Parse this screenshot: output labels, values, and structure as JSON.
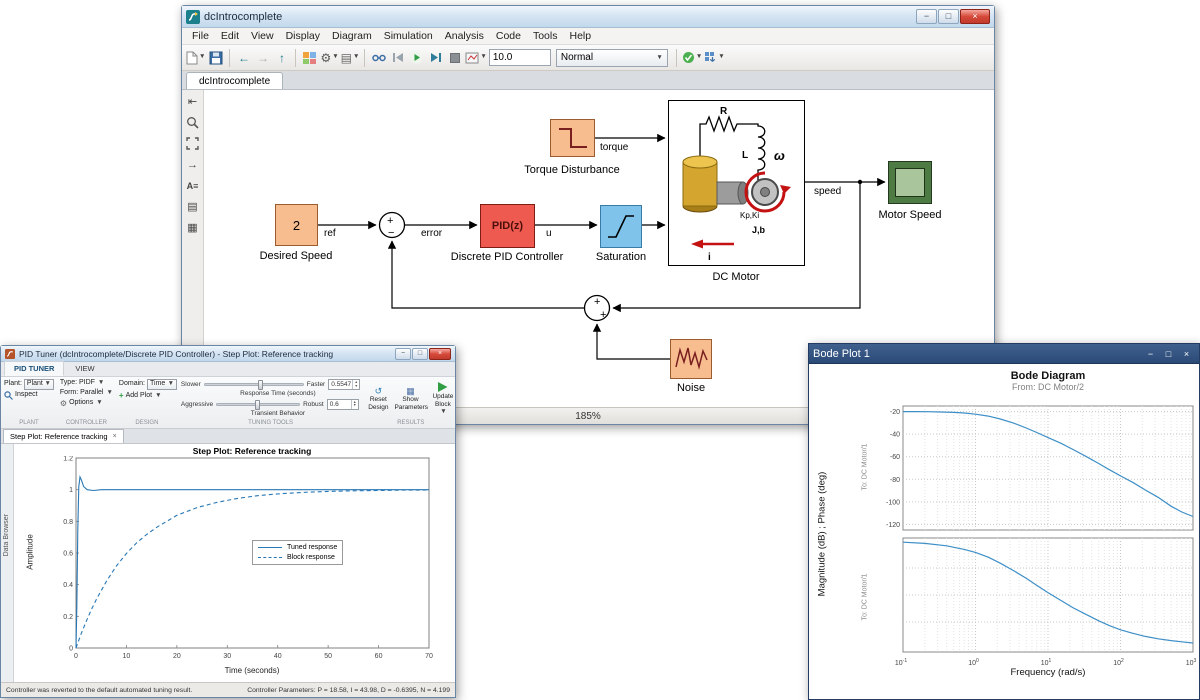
{
  "simulink": {
    "window_title": "dcIntrocomplete",
    "menus": [
      "File",
      "Edit",
      "View",
      "Display",
      "Diagram",
      "Simulation",
      "Analysis",
      "Code",
      "Tools",
      "Help"
    ],
    "toolbar": {
      "sim_stop_time": "10.0",
      "sim_mode": "Normal"
    },
    "model_tab": "dcIntrocomplete",
    "status_zoom": "185%",
    "diagram": {
      "desired_speed": {
        "value": "2",
        "caption": "Desired Speed",
        "signal": "ref"
      },
      "sum1": {
        "sign1": "+",
        "sign2": "−"
      },
      "error_signal": "error",
      "pid": {
        "text": "PID(z)",
        "caption": "Discrete PID Controller",
        "signal": "u"
      },
      "saturation": {
        "caption": "Saturation"
      },
      "dc_motor": {
        "caption": "DC Motor",
        "r": "R",
        "l": "L",
        "omega": "ω",
        "k": "Kp,Ki",
        "jb": "J,b",
        "i": "i"
      },
      "speed_signal": "speed",
      "motor_speed": {
        "caption": "Motor Speed"
      },
      "torque_disturbance": {
        "caption": "Torque Disturbance",
        "signal": "torque"
      },
      "sum2": {
        "sign1": "+",
        "sign2": "+"
      },
      "noise": {
        "caption": "Noise"
      }
    }
  },
  "pid_tuner": {
    "window_title": "PID Tuner (dcIntrocomplete/Discrete PID Controller) - Step Plot: Reference tracking",
    "ribbon_tabs": [
      "PID TUNER",
      "VIEW"
    ],
    "plant_label": "Plant:",
    "plant_value": "Plant",
    "inspect": "Inspect",
    "type_label": "Type: PIDF",
    "form_label": "Form: Parallel",
    "options": "Options",
    "domain_label": "Domain:",
    "domain_value": "Time",
    "add_plot": "Add Plot",
    "slider1": {
      "left": "Slower",
      "right": "Faster",
      "label": "Response Time (seconds)",
      "value": "0.5547"
    },
    "slider2": {
      "left": "Aggressive",
      "right": "Robust",
      "label": "Transient Behavior",
      "value": "0.6"
    },
    "reset_design": "Reset Design",
    "show_parameters": "Show Parameters",
    "update_block": "Update Block",
    "sections": [
      "PLANT",
      "CONTROLLER",
      "DESIGN",
      "TUNING TOOLS",
      "RESULTS"
    ],
    "data_browser": "Data Browser",
    "doc_tab": "Step Plot: Reference tracking",
    "status_left": "Controller was reverted to the default automated tuning result.",
    "status_right": "Controller Parameters: P = 18.58, I = 43.98, D = -0.6395, N = 4.199"
  },
  "bode": {
    "window_title": "Bode Plot 1"
  },
  "chart_data": [
    {
      "type": "line",
      "title": "Step Plot: Reference tracking",
      "xlabel": "Time (seconds)",
      "ylabel": "Amplitude",
      "xlim": [
        0,
        70
      ],
      "ylim": [
        0,
        1.2
      ],
      "xticks": [
        0,
        10,
        20,
        30,
        40,
        50,
        60,
        70
      ],
      "yticks": [
        0,
        0.2,
        0.4,
        0.6,
        0.8,
        1,
        1.2
      ],
      "legend_position": "center-right",
      "grid": false,
      "series": [
        {
          "name": "Tuned response",
          "style": "solid",
          "points": [
            [
              0,
              0
            ],
            [
              0.15,
              0.25
            ],
            [
              0.35,
              0.75
            ],
            [
              0.55,
              1.02
            ],
            [
              0.8,
              1.08
            ],
            [
              1.1,
              1.06
            ],
            [
              1.5,
              1.02
            ],
            [
              2.2,
              1.0
            ],
            [
              3.5,
              0.995
            ],
            [
              5,
              1.0
            ],
            [
              20,
              1.0
            ],
            [
              70,
              1.0
            ]
          ]
        },
        {
          "name": "Block response",
          "style": "dashed",
          "points": [
            [
              0,
              0
            ],
            [
              1,
              0.087
            ],
            [
              2,
              0.166
            ],
            [
              3,
              0.239
            ],
            [
              4,
              0.305
            ],
            [
              6,
              0.42
            ],
            [
              8,
              0.517
            ],
            [
              10,
              0.597
            ],
            [
              12,
              0.663
            ],
            [
              14,
              0.717
            ],
            [
              16,
              0.762
            ],
            [
              20,
              0.838
            ],
            [
              24,
              0.887
            ],
            [
              28,
              0.92
            ],
            [
              32,
              0.945
            ],
            [
              36,
              0.962
            ],
            [
              40,
              0.973
            ],
            [
              45,
              0.983
            ],
            [
              50,
              0.989
            ],
            [
              55,
              0.993
            ],
            [
              60,
              0.995
            ],
            [
              65,
              0.997
            ],
            [
              70,
              0.998
            ]
          ]
        }
      ]
    },
    {
      "type": "line",
      "title": "Bode Diagram",
      "subtitle": "From: DC Motor/2",
      "axes_label": "To: DC Motor/1",
      "ylabel": "Magnitude (dB) ; Phase (deg)",
      "xlabel": "Frequency (rad/s)",
      "xscale": "log",
      "xlim": [
        0.1,
        1000
      ],
      "ylim": [
        -125,
        -15
      ],
      "xticks": [
        0.1,
        1,
        10,
        100,
        1000
      ],
      "yticks": [
        -20,
        -40,
        -60,
        -80,
        -100,
        -120
      ],
      "grid": true,
      "points": [
        [
          0.1,
          -20
        ],
        [
          0.15,
          -20
        ],
        [
          0.22,
          -20.1
        ],
        [
          0.33,
          -20.3
        ],
        [
          0.5,
          -20.7
        ],
        [
          0.7,
          -21.2
        ],
        [
          1,
          -22.3
        ],
        [
          1.5,
          -24
        ],
        [
          2.2,
          -26.5
        ],
        [
          3.3,
          -30
        ],
        [
          5,
          -34.5
        ],
        [
          7,
          -38.5
        ],
        [
          10,
          -43
        ],
        [
          15,
          -48
        ],
        [
          22,
          -53.5
        ],
        [
          33,
          -59.5
        ],
        [
          50,
          -66
        ],
        [
          70,
          -71.5
        ],
        [
          100,
          -77
        ],
        [
          150,
          -83
        ],
        [
          220,
          -89.5
        ],
        [
          330,
          -96
        ],
        [
          500,
          -104
        ],
        [
          700,
          -109
        ],
        [
          1000,
          -113
        ]
      ]
    },
    {
      "type": "line",
      "axes_label": "To: DC Motor/1",
      "xlabel": "Frequency (rad/s)",
      "xscale": "log",
      "xlim": [
        0.1,
        1000
      ],
      "ylim": [
        -185,
        5
      ],
      "xticks": [
        0.1,
        1,
        10,
        100,
        1000
      ],
      "gridy": [
        -45,
        -90,
        -135
      ],
      "grid": true,
      "points": [
        [
          0.1,
          -2
        ],
        [
          0.2,
          -4
        ],
        [
          0.4,
          -8
        ],
        [
          0.7,
          -14
        ],
        [
          1,
          -19
        ],
        [
          1.5,
          -27
        ],
        [
          2.2,
          -37
        ],
        [
          3.3,
          -49
        ],
        [
          5,
          -62
        ],
        [
          7,
          -74
        ],
        [
          10,
          -86
        ],
        [
          15,
          -99
        ],
        [
          22,
          -111
        ],
        [
          33,
          -122
        ],
        [
          50,
          -133
        ],
        [
          70,
          -141
        ],
        [
          100,
          -148
        ],
        [
          150,
          -154
        ],
        [
          220,
          -159
        ],
        [
          330,
          -163
        ],
        [
          500,
          -166
        ],
        [
          700,
          -168
        ],
        [
          1000,
          -170
        ]
      ]
    }
  ]
}
